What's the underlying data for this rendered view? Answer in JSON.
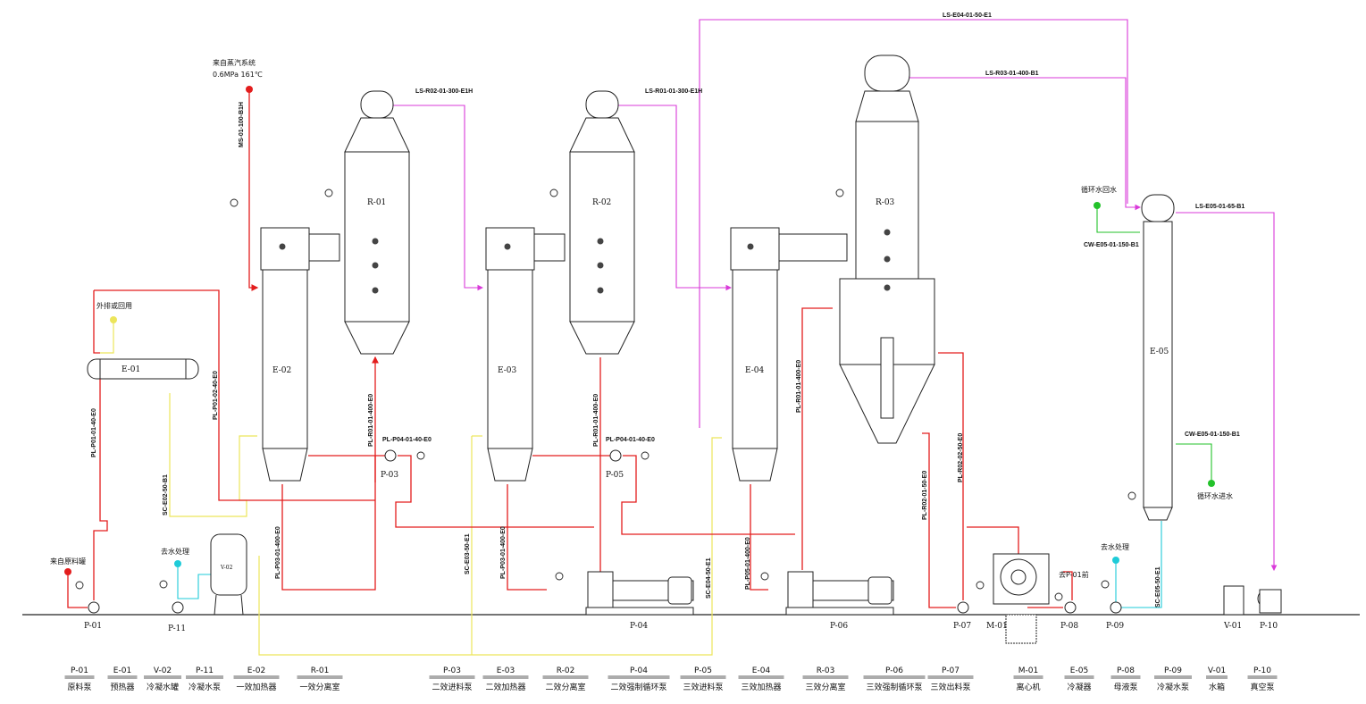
{
  "equipment": {
    "P-01": "P-01",
    "P-11": "P-11",
    "E-01": "E-01",
    "V-02": "V-02",
    "E-02": "E-02",
    "R-01": "R-01",
    "P-03": "P-03",
    "E-03": "E-03",
    "R-02": "R-02",
    "P-05": "P-05",
    "P-04": "P-04",
    "E-04": "E-04",
    "R-03": "R-03",
    "P-06": "P-06",
    "P-07": "P-07",
    "M-01": "M-01",
    "P-08": "P-08",
    "P-09": "P-09",
    "E-05": "E-05",
    "V-01": "V-01",
    "P-10": "P-10"
  },
  "lines": {
    "ls_e04": "LS-E04-01-50-E1",
    "ls_r03": "LS-R03-01-400-B1",
    "ls_r02": "LS-R02-01-300-E1H",
    "ls_r01": "LS-R01-01-300-E1H",
    "ls_e05": "LS-E05-01-65-B1",
    "cw_in_top": "CW-E05-01-150-B1",
    "cw_in_bot": "CW-E05-01-150-B1",
    "ms": "MS-01-100-B1H",
    "pl_p01": "PL-P01-01-40-E0",
    "pl_p01_02": "PL-P01-02-40-E0",
    "sc_e02": "SC-E02-50-B1",
    "pl_r01_01": "PL-R01-01-400-E0",
    "pl_p04_a": "PL-P04-01-40-E0",
    "pl_p03": "PL-P03-01-400-E0",
    "sc_e03": "SC-E03-50-E1",
    "pl_r01_b": "PL-R01-01-400-E0",
    "pl_p04_b": "PL-P04-01-40-E0",
    "pl_p03_b": "PL-P03-01-400-E0",
    "sc_e04": "SC-E04-50-E1",
    "pl_r01_c": "PL-R01-01-400-E0",
    "pl_p05": "PL-P05-01-400-E0",
    "pl_r02_a": "PL-R02-01-50-E0",
    "pl_r02_b": "PL-R02-02-50-E0",
    "sc_e05": "SC-E05-50-E1"
  },
  "notes": {
    "steam_src": "来自蒸汽系统",
    "steam_cond": "0.6MPa 161℃",
    "discharge": "外排或回用",
    "feed_src": "来自原料罐",
    "to_water_1": "去水处理",
    "to_water_2": "去水处理",
    "to_p01": "去P-01前",
    "cw_return": "循环水回水",
    "cw_supply": "循环水进水"
  },
  "legend": [
    {
      "id": "P-01",
      "name": "原料泵"
    },
    {
      "id": "E-01",
      "name": "预热器"
    },
    {
      "id": "V-02",
      "name": "冷凝水罐"
    },
    {
      "id": "P-11",
      "name": "冷凝水泵"
    },
    {
      "id": "E-02",
      "name": "一效加热器"
    },
    {
      "id": "R-01",
      "name": "一效分离室"
    },
    {
      "id": "P-03",
      "name": "二效进料泵"
    },
    {
      "id": "E-03",
      "name": "二效加热器"
    },
    {
      "id": "R-02",
      "name": "二效分离室"
    },
    {
      "id": "P-04",
      "name": "二效强制循环泵"
    },
    {
      "id": "P-05",
      "name": "三效进料泵"
    },
    {
      "id": "E-04",
      "name": "三效加热器"
    },
    {
      "id": "R-03",
      "name": "三效分离室"
    },
    {
      "id": "P-06",
      "name": "三效强制循环泵"
    },
    {
      "id": "P-07",
      "name": "三效出料泵"
    },
    {
      "id": "M-01",
      "name": "离心机"
    },
    {
      "id": "E-05",
      "name": "冷凝器"
    },
    {
      "id": "P-08",
      "name": "母液泵"
    },
    {
      "id": "P-09",
      "name": "冷凝水泵"
    },
    {
      "id": "V-01",
      "name": "水箱"
    },
    {
      "id": "P-10",
      "name": "真空泵"
    }
  ],
  "colors": {
    "process": "#e31d1d",
    "vapor": "#d93ad9",
    "condensate": "#ece55a",
    "cooling": "#23c22a",
    "water": "#1ecbd8",
    "equipment": "#222222"
  }
}
